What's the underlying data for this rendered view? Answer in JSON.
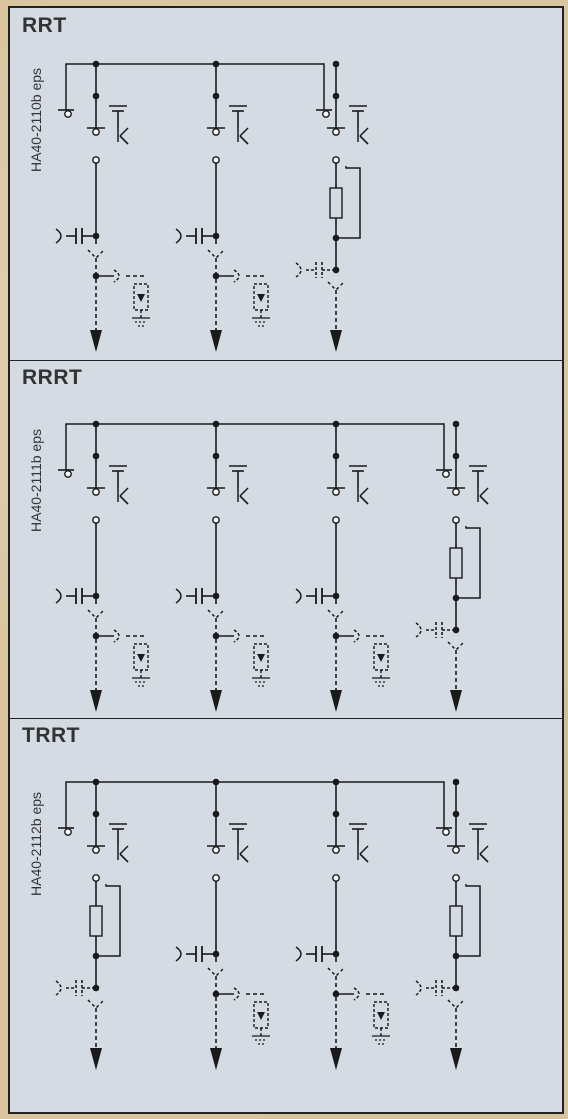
{
  "panels": [
    {
      "id": "rrt",
      "title": "RRT",
      "code": "HA40-2110b eps",
      "units": [
        "R",
        "R",
        "T"
      ]
    },
    {
      "id": "rrrt",
      "title": "RRRT",
      "code": "HA40-2111b eps",
      "units": [
        "R",
        "R",
        "R",
        "T"
      ]
    },
    {
      "id": "trrt",
      "title": "TRRT",
      "code": "HA40-2112b eps",
      "units": [
        "T",
        "R",
        "R",
        "T"
      ]
    }
  ],
  "colors": {
    "line": "#1a1a1a",
    "panel": "#d4dbe3",
    "border": "#222222"
  }
}
